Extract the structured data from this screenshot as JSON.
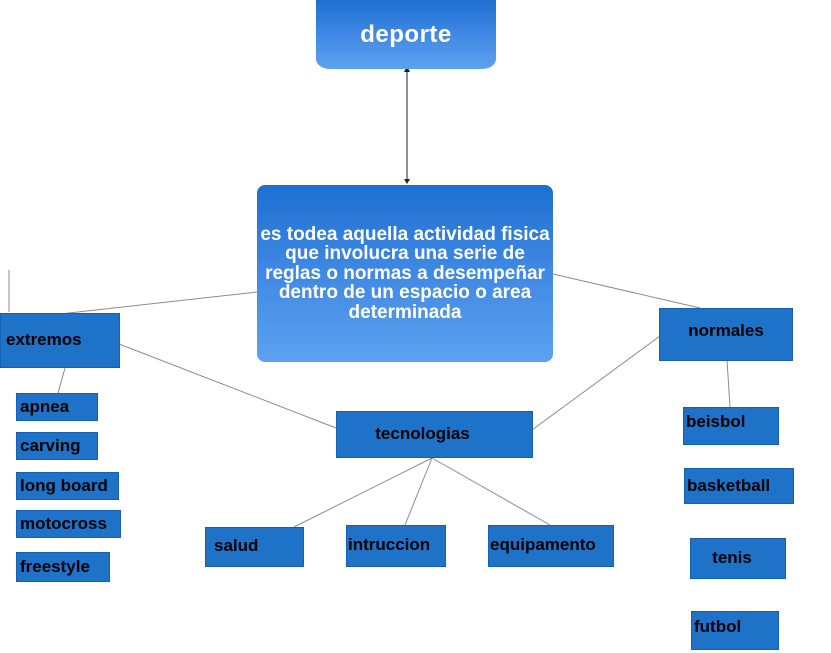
{
  "root": {
    "label": "deporte"
  },
  "definition": {
    "text": "es todea aquella actividad fisica que involucra una serie de reglas o normas a desempeñar dentro de un espacio o area determinada"
  },
  "categories": {
    "extremos": {
      "label": "extremos",
      "items": [
        "apnea",
        "carving",
        "long board",
        "motocross",
        "freestyle"
      ]
    },
    "tecnologias": {
      "label": "tecnologias",
      "items": [
        "salud",
        "intruccion",
        "equipamento"
      ]
    },
    "normales": {
      "label": "normales",
      "items": [
        "beisbol",
        "basketball",
        "tenis",
        "futbol"
      ]
    }
  },
  "colors": {
    "box_fill": "#1e73c8",
    "box_border": "#1660ad",
    "gradient_top": "#1d6fd0",
    "gradient_bottom": "#5da2f0",
    "line": "#8c8c8c"
  }
}
